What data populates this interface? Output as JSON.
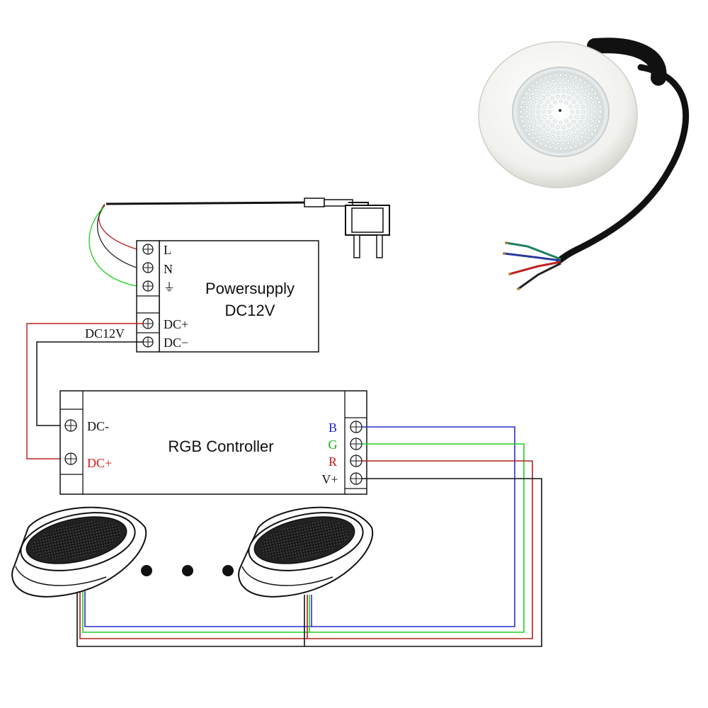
{
  "power_supply": {
    "title_line1": "Powersupply",
    "title_line2": "DC12V",
    "ac_terminals": [
      "L",
      "N",
      "⏚"
    ],
    "dc_terminals": [
      "DC+",
      "DC−"
    ],
    "output_label": "DC12V"
  },
  "controller": {
    "title": "RGB Controller",
    "input_terminals": [
      "DC-",
      "DC+"
    ],
    "output_terminals": [
      "B",
      "G",
      "R",
      "V+"
    ]
  },
  "colors": {
    "blue_wire": "#2b2bd0",
    "green_wire": "#20d020",
    "red_wire": "#b02020",
    "black_wire": "#111111",
    "dc_plus_label": "#e01818",
    "b_label": "#1a1ae0",
    "g_label": "#10b010",
    "r_label": "#d01818"
  }
}
